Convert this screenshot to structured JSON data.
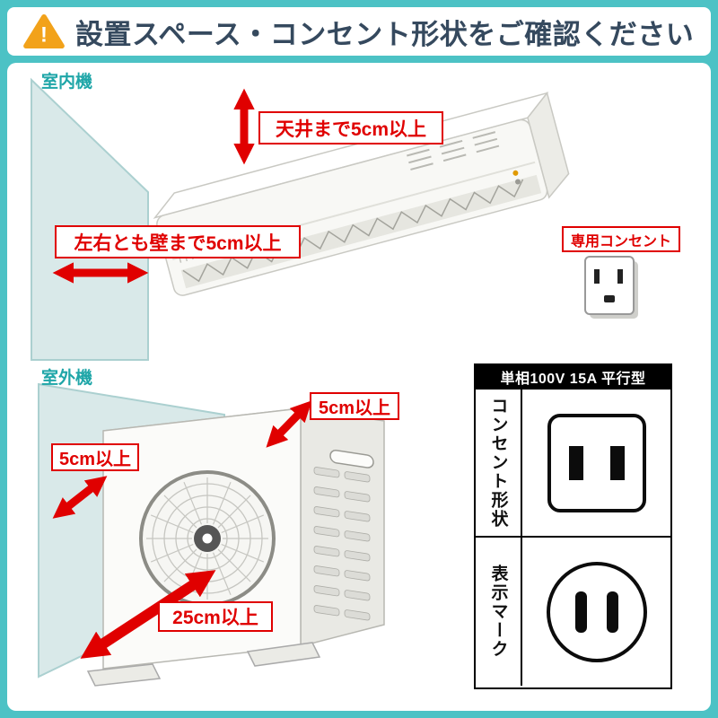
{
  "header": {
    "title": "設置スペース・コンセント形状をご確認ください",
    "warning_glyph": "!"
  },
  "sections": {
    "indoor": {
      "label": "室内機",
      "clearance_ceiling": "天井まで5cm以上",
      "clearance_sides": "左右とも壁まで5cm以上",
      "outlet_note": "専用コンセント"
    },
    "outdoor": {
      "label": "室外機",
      "clearance_top": "5cm以上",
      "clearance_back": "5cm以上",
      "clearance_front": "25cm以上"
    }
  },
  "spec_table": {
    "header": "単相100V 15A 平行型",
    "rows": [
      {
        "label": "コンセント形状",
        "icon": "parallel-two-slot-outlet"
      },
      {
        "label": "表示マーク",
        "icon": "parallel-plug-mark-circle"
      }
    ]
  },
  "colors": {
    "frame_teal": "#4cc2c5",
    "accent_red": "#e00000",
    "section_label_teal": "#1fa6a8",
    "title_color": "#35495e",
    "warning_orange": "#f2a21a",
    "table_black": "#000000"
  }
}
